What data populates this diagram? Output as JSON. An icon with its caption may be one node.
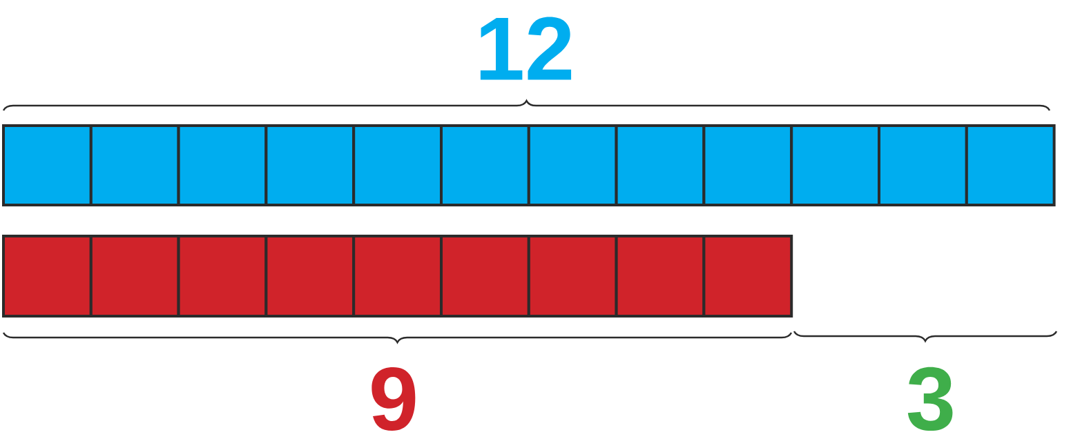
{
  "diagram": {
    "labels": [
      "12",
      "9",
      "3"
    ]
  }
}
